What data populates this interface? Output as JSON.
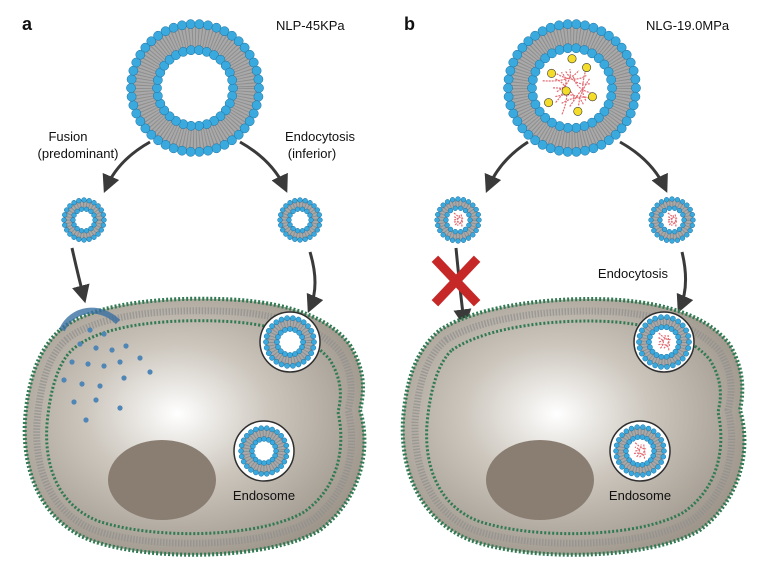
{
  "panels": [
    {
      "letter": "a",
      "title": "NLP-45KPa",
      "left_label": [
        "Fusion",
        "(predominant)"
      ],
      "right_label": [
        "Endocytosis",
        "(inferior)"
      ],
      "endosome_label": "Endosome"
    },
    {
      "letter": "b",
      "title": "NLG-19.0MPa",
      "right_label": "Endocytosis",
      "endosome_label": "Endosome",
      "blocked_mark": "X"
    }
  ],
  "colors": {
    "lipid_head": "#3aa9de",
    "lipid_tail": "#a9a9a9",
    "cell_fill": "#b4aea4",
    "cell_membrane": "#2f7a52",
    "nucleus": "#8a7e72",
    "arrow": "#3a3a3a",
    "gel_network": "#e36b72",
    "cargo_dot": "#4f86b6",
    "block_mark": "#c62828",
    "cargo_particle": "#f3dc2a"
  }
}
